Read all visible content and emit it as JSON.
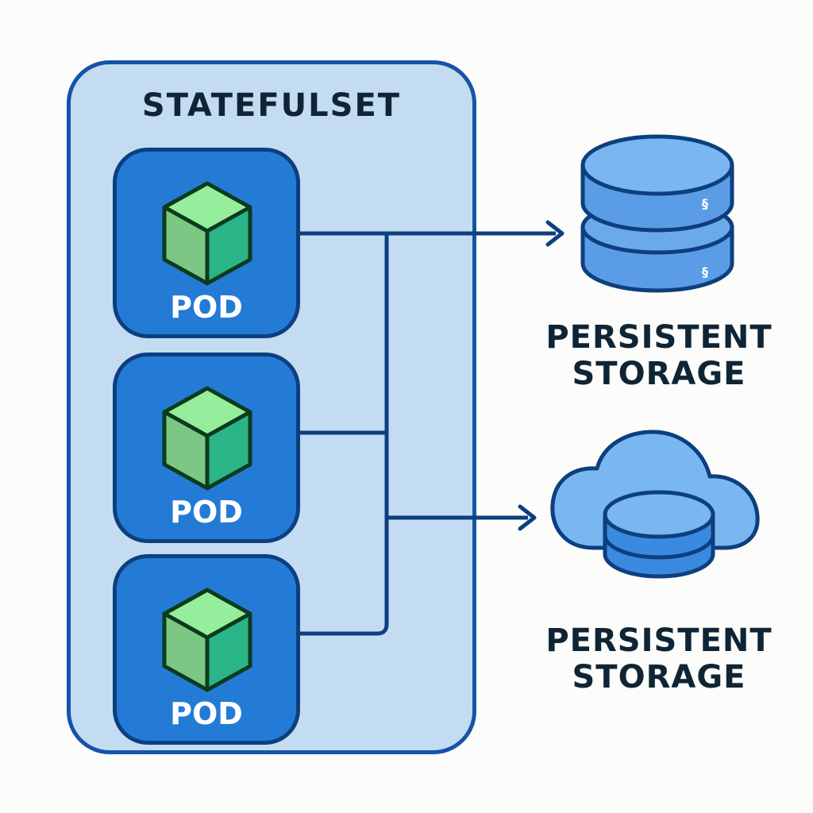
{
  "statefulset": {
    "title": "STATEFULSET"
  },
  "pods": [
    {
      "label": "POD"
    },
    {
      "label": "POD"
    },
    {
      "label": "POD"
    }
  ],
  "storage": [
    {
      "label_line1": "PERSISTENT",
      "label_line2": "STORAGE",
      "icon": "database-stack-icon"
    },
    {
      "label_line1": "PERSISTENT",
      "label_line2": "STORAGE",
      "icon": "cloud-database-icon"
    }
  ],
  "colors": {
    "statefulset_fill": "#c3dcf2",
    "statefulset_border": "#1553a8",
    "pod_fill": "#247bd6",
    "connector": "#0d3f7f",
    "cube_top": "#95ee9b",
    "cube_left": "#7bc783",
    "cube_right": "#2bb487",
    "storage_fill": "#6aaaeb",
    "text": "#0f2535"
  }
}
